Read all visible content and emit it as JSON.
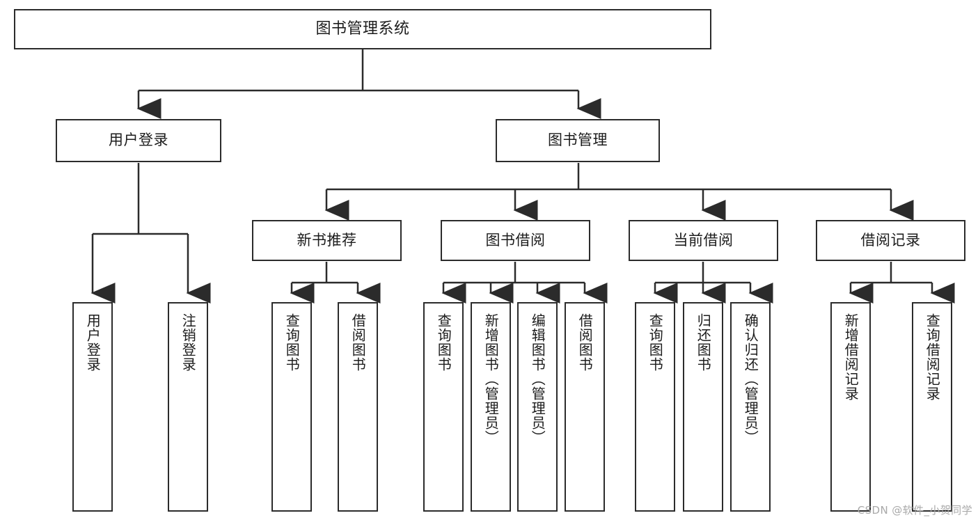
{
  "diagram": {
    "type": "tree-hierarchy-diagram",
    "title": "图书管理系统",
    "watermark": "CSDN @软件_小贺同学",
    "colors": {
      "stroke": "#2b2b2b",
      "fill": "#ffffff",
      "text": "#1c1c1c",
      "watermark": "#a9a9a9"
    },
    "nodes": {
      "root": "图书管理系统",
      "level2": {
        "user_login": "用户登录",
        "book_manage": "图书管理"
      },
      "level3": {
        "new_book_recommend": "新书推荐",
        "book_borrow": "图书借阅",
        "current_borrow": "当前借阅",
        "borrow_record": "借阅记录"
      },
      "leaves": {
        "user_login_1": "用户登录",
        "user_login_2": "注销登录",
        "recommend_1": "查询图书",
        "recommend_2": "借阅图书",
        "borrow_1": "查询图书",
        "borrow_2": "新增图书（管理员）",
        "borrow_3": "编辑图书（管理员）",
        "borrow_4": "借阅图书",
        "current_1": "查询图书",
        "current_2": "归还图书",
        "current_3": "确认归还（管理员）",
        "record_1": "新增借阅记录",
        "record_2": "查询借阅记录"
      }
    }
  }
}
